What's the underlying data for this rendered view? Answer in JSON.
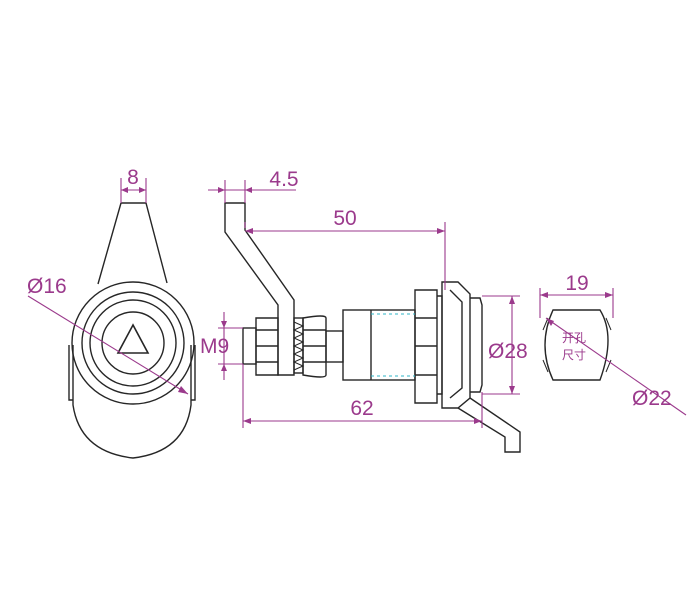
{
  "colors": {
    "outline": "#262626",
    "dimension": "#9b3a8c",
    "hidden_line": "#2fb5c7",
    "background": "#ffffff"
  },
  "dimensions": {
    "tongue_width": "8",
    "thread_gap": "4.5",
    "reach": "50",
    "thread_size": "M9",
    "body_length": "62",
    "flange_diameter": "Ø28",
    "front_diameter": "Ø16",
    "cutout_width": "19",
    "cutout_diameter": "Ø22"
  },
  "cutout_note": {
    "line1": "开孔",
    "line2": "尺寸"
  }
}
